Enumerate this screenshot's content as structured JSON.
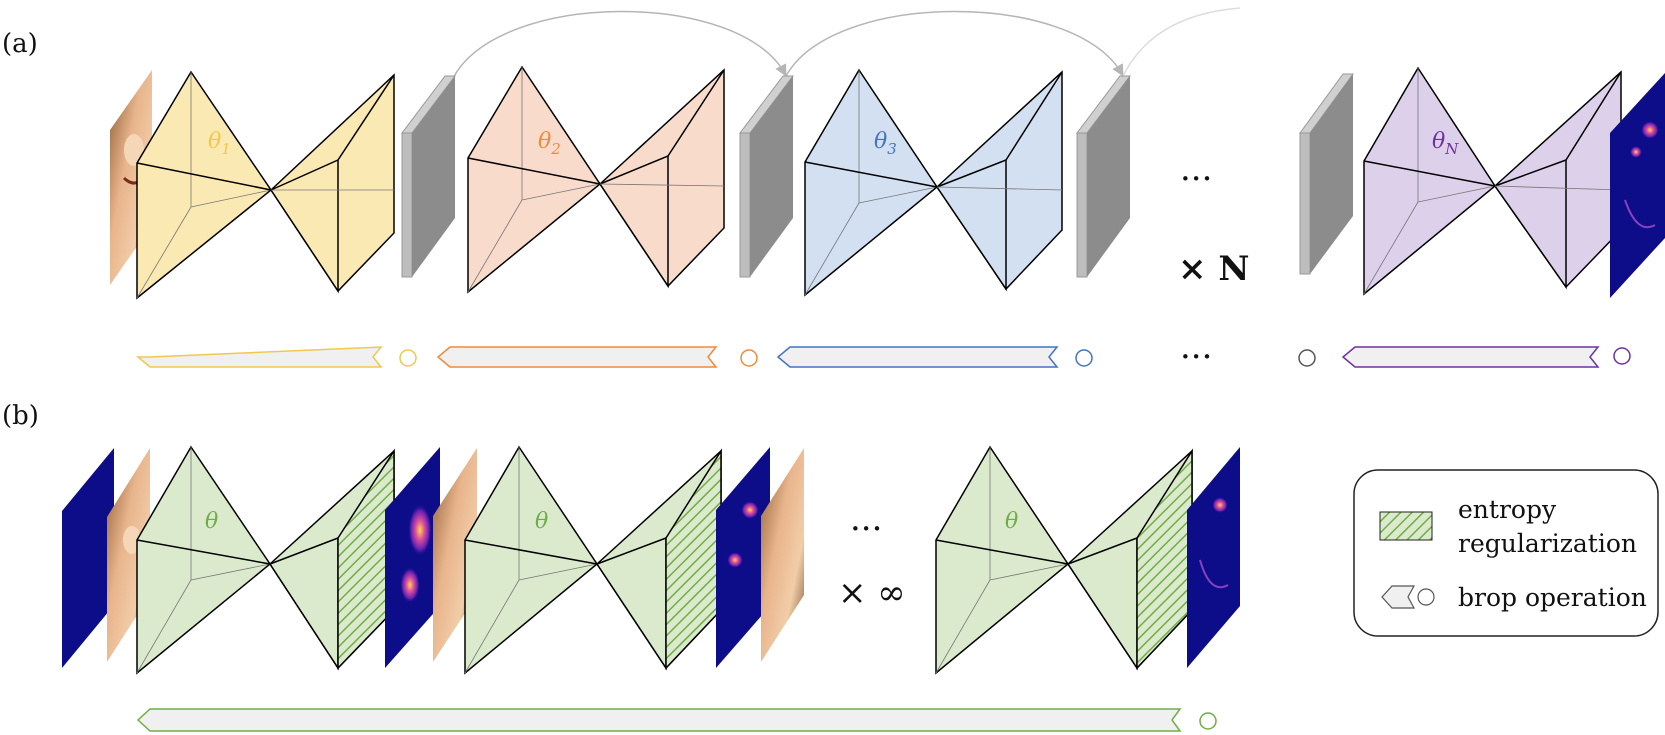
{
  "panels": {
    "a": {
      "label": "(a)"
    },
    "b": {
      "label": "(b)"
    }
  },
  "stages_a": [
    {
      "theta": "θ",
      "sub": "1",
      "color": "#f2c84b",
      "fill": "#fbe9b3",
      "arrow_color": "#f2c84b"
    },
    {
      "theta": "θ",
      "sub": "2",
      "color": "#f08a3c",
      "fill": "#f9dbcb",
      "arrow_color": "#f08a3c"
    },
    {
      "theta": "θ",
      "sub": "3",
      "color": "#4472c4",
      "fill": "#d3e0f1",
      "arrow_color": "#4472c4"
    },
    {
      "theta": "θ",
      "sub": "N",
      "color": "#7030a0",
      "fill": "#ddd0ea",
      "arrow_color": "#7030a0"
    }
  ],
  "stages_b": [
    {
      "theta": "θ"
    },
    {
      "theta": "θ"
    },
    {
      "theta": "θ"
    }
  ],
  "ellipsis": "···",
  "times_n": "× N",
  "times_inf": "× ∞",
  "colors": {
    "green": "#70ad47",
    "green_fill": "#dbeacc",
    "gray_block": "#8c8c8c",
    "heatmap_bg": "#0d0d8a",
    "arrow_fill": "#f0f0f0",
    "skip_arrow": "#b5b5b5"
  },
  "legend": {
    "entropy_line1": "entropy",
    "entropy_line2": "regularization",
    "brop": "brop operation"
  }
}
